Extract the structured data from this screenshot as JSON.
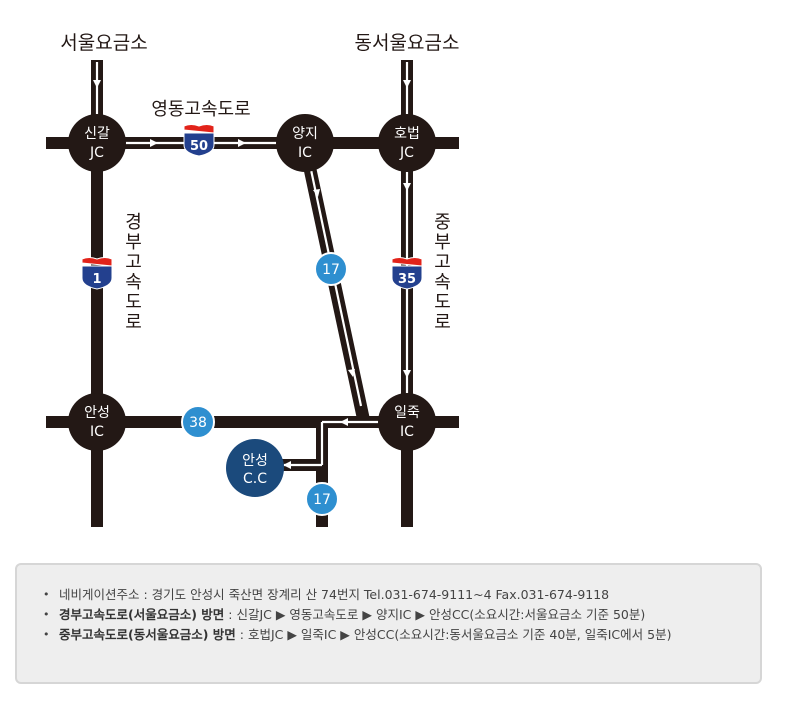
{
  "map": {
    "tollgates": {
      "west": "서울요금소",
      "east": "동서울요금소"
    },
    "expressways": {
      "yeongdong": {
        "name": "영동고속도로",
        "number": "50"
      },
      "gyeongbu": {
        "name": "경부고속도로",
        "number": "1"
      },
      "jungbu": {
        "name": "중부고속도로",
        "number": "35"
      },
      "route17": {
        "number": "17"
      },
      "route38": {
        "number": "38"
      }
    },
    "junctions": {
      "singal": {
        "line1": "신갈",
        "line2": "JC"
      },
      "yangji": {
        "line1": "양지",
        "line2": "IC"
      },
      "hobeop": {
        "line1": "호법",
        "line2": "JC"
      },
      "anseong": {
        "line1": "안성",
        "line2": "IC"
      },
      "iljuk": {
        "line1": "일죽",
        "line2": "IC"
      }
    },
    "destination": {
      "line1": "안성",
      "line2": "C.C"
    },
    "colors": {
      "road": "#231815",
      "junction": "#231815",
      "destination": "#1b4a7c",
      "route_badge": "#2e8fd0",
      "shield_red": "#e2231a",
      "shield_navy": "#23408e"
    }
  },
  "info": {
    "address_label": "네비게이션주소 : ",
    "address_text": "경기도 안성시 죽산면 장계리 산 74번지   Tel.031-674-9111~4   Fax.031-674-9118",
    "route1_label": "경부고속도로(서울요금소) 방면",
    "route1_text": " : 신갈JC ▶ 영동고속도로 ▶ 양지IC ▶ 안성CC(소요시간:서울요금소 기준 50분)",
    "route2_label": "중부고속도로(동서울요금소) 방면",
    "route2_text": " : 호법JC ▶ 일죽IC ▶ 안성CC(소요시간:동서울요금소 기준 40분, 일죽IC에서 5분)"
  }
}
